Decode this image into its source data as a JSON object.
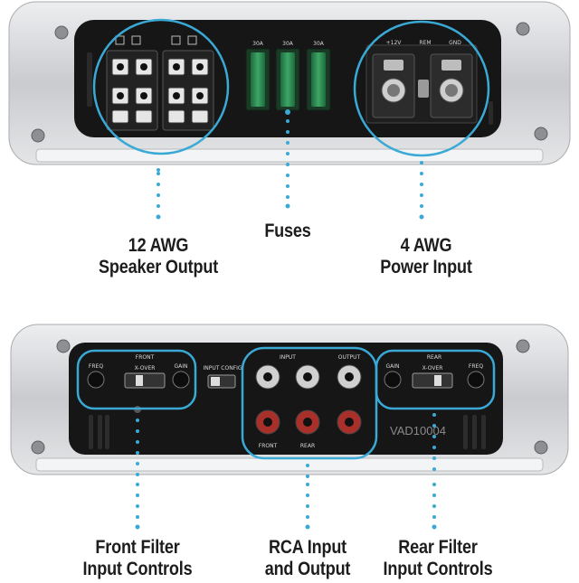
{
  "top_panel": {
    "fuse_ratings": [
      "30A",
      "30A",
      "30A"
    ],
    "power_terminal_labels": [
      "+12V",
      "REM",
      "GND"
    ],
    "callouts": [
      {
        "lines": [
          "12 AWG",
          "Speaker Output"
        ]
      },
      {
        "lines": [
          "Fuses"
        ]
      },
      {
        "lines": [
          "4 AWG",
          "Power Input"
        ]
      }
    ]
  },
  "bottom_panel": {
    "front_section_label": "FRONT",
    "rear_section_label": "REAR",
    "xover_label": "X-OVER",
    "freq_label": "FREQ",
    "gain_label": "GAIN",
    "input_config_label": "INPUT CONFIG",
    "input_label": "INPUT",
    "output_label": "OUTPUT",
    "front_label": "FRONT",
    "rear_label": "REAR",
    "model_name": "VAD10004",
    "callouts": [
      {
        "lines": [
          "Front Filter",
          "Input Controls"
        ]
      },
      {
        "lines": [
          "RCA Input",
          "and Output"
        ]
      },
      {
        "lines": [
          "Rear Filter",
          "Input Controls"
        ]
      }
    ]
  },
  "colors": {
    "accent": "#3aa9d6",
    "chassis": "#d2d4d7",
    "panel": "#161616"
  }
}
